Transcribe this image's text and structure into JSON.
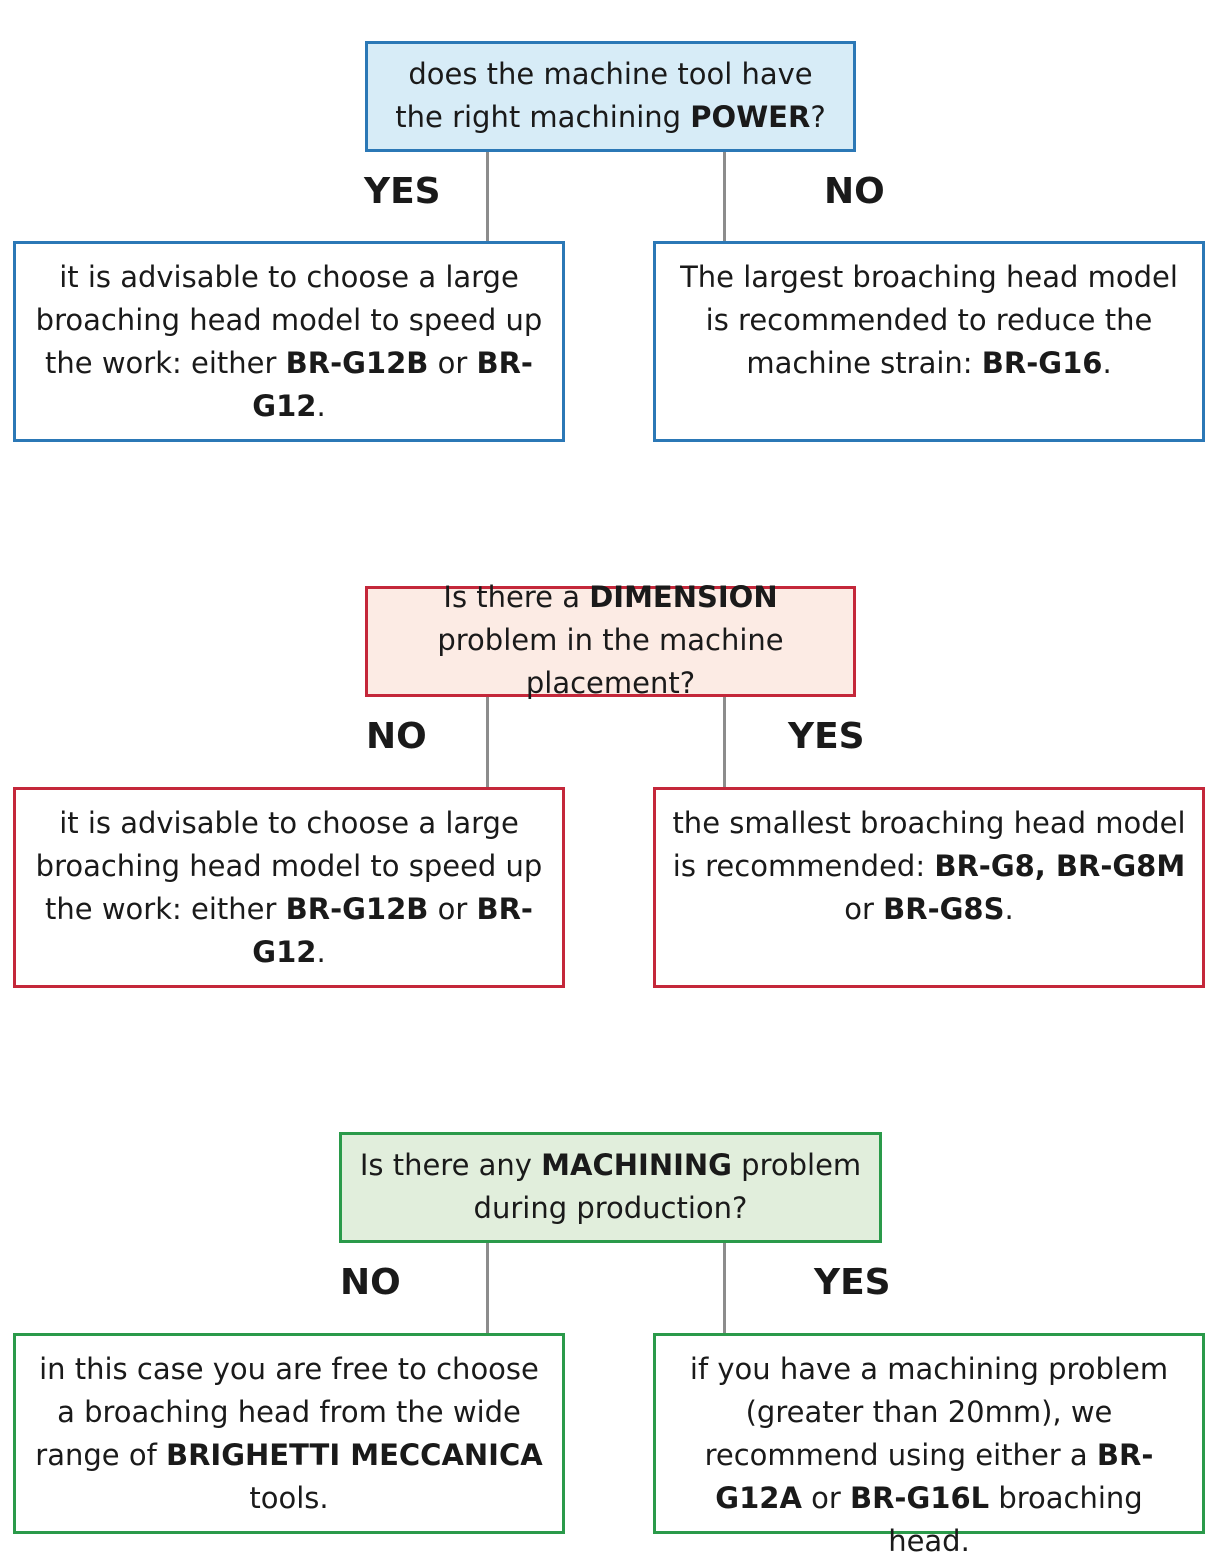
{
  "colors": {
    "section1": "#2b78b6",
    "section2": "#c4273a",
    "section3": "#2a9a4a"
  },
  "sections": [
    {
      "question": {
        "before": "does the machine tool have the right machining ",
        "bold": "POWER",
        "after": "?"
      },
      "left_label": "YES",
      "right_label": "NO",
      "left_answer": {
        "t1": "it is advisable to choose a large broaching head model to speed up the work: either ",
        "b1": "BR-G12B",
        "t2": " or ",
        "b2": "BR-G12",
        "t3": "."
      },
      "right_answer": {
        "t1": "The largest broaching head model is recommended to reduce the machine strain: ",
        "b1": "BR-G16",
        "t2": "."
      }
    },
    {
      "question": {
        "before": "Is there a ",
        "bold": "DIMENSION",
        "after": " problem in the machine placement?"
      },
      "left_label": "NO",
      "right_label": "YES",
      "left_answer": {
        "t1": "it is advisable to choose a large broaching head model to speed up the work: either ",
        "b1": "BR-G12B",
        "t2": " or ",
        "b2": "BR-G12",
        "t3": "."
      },
      "right_answer": {
        "t1": "the smallest broaching head model is recommended: ",
        "b1": "BR-G8, BR-G8M",
        "t2": " or ",
        "b2": "BR-G8S",
        "t3": "."
      }
    },
    {
      "question": {
        "before": "Is there any ",
        "bold": "MACHINING",
        "after": " problem during production?"
      },
      "left_label": "NO",
      "right_label": "YES",
      "left_answer": {
        "t1": "in this case you are free to choose a broaching head from the wide range of ",
        "b1": "BRIGHETTI MECCANICA",
        "t2": " tools."
      },
      "right_answer": {
        "t1": "if you have a machining problem (greater than 20mm), we recommend using either a ",
        "b1": "BR-G12A",
        "t2": " or ",
        "b2": "BR-G16L",
        "t3": " broaching head."
      }
    }
  ]
}
